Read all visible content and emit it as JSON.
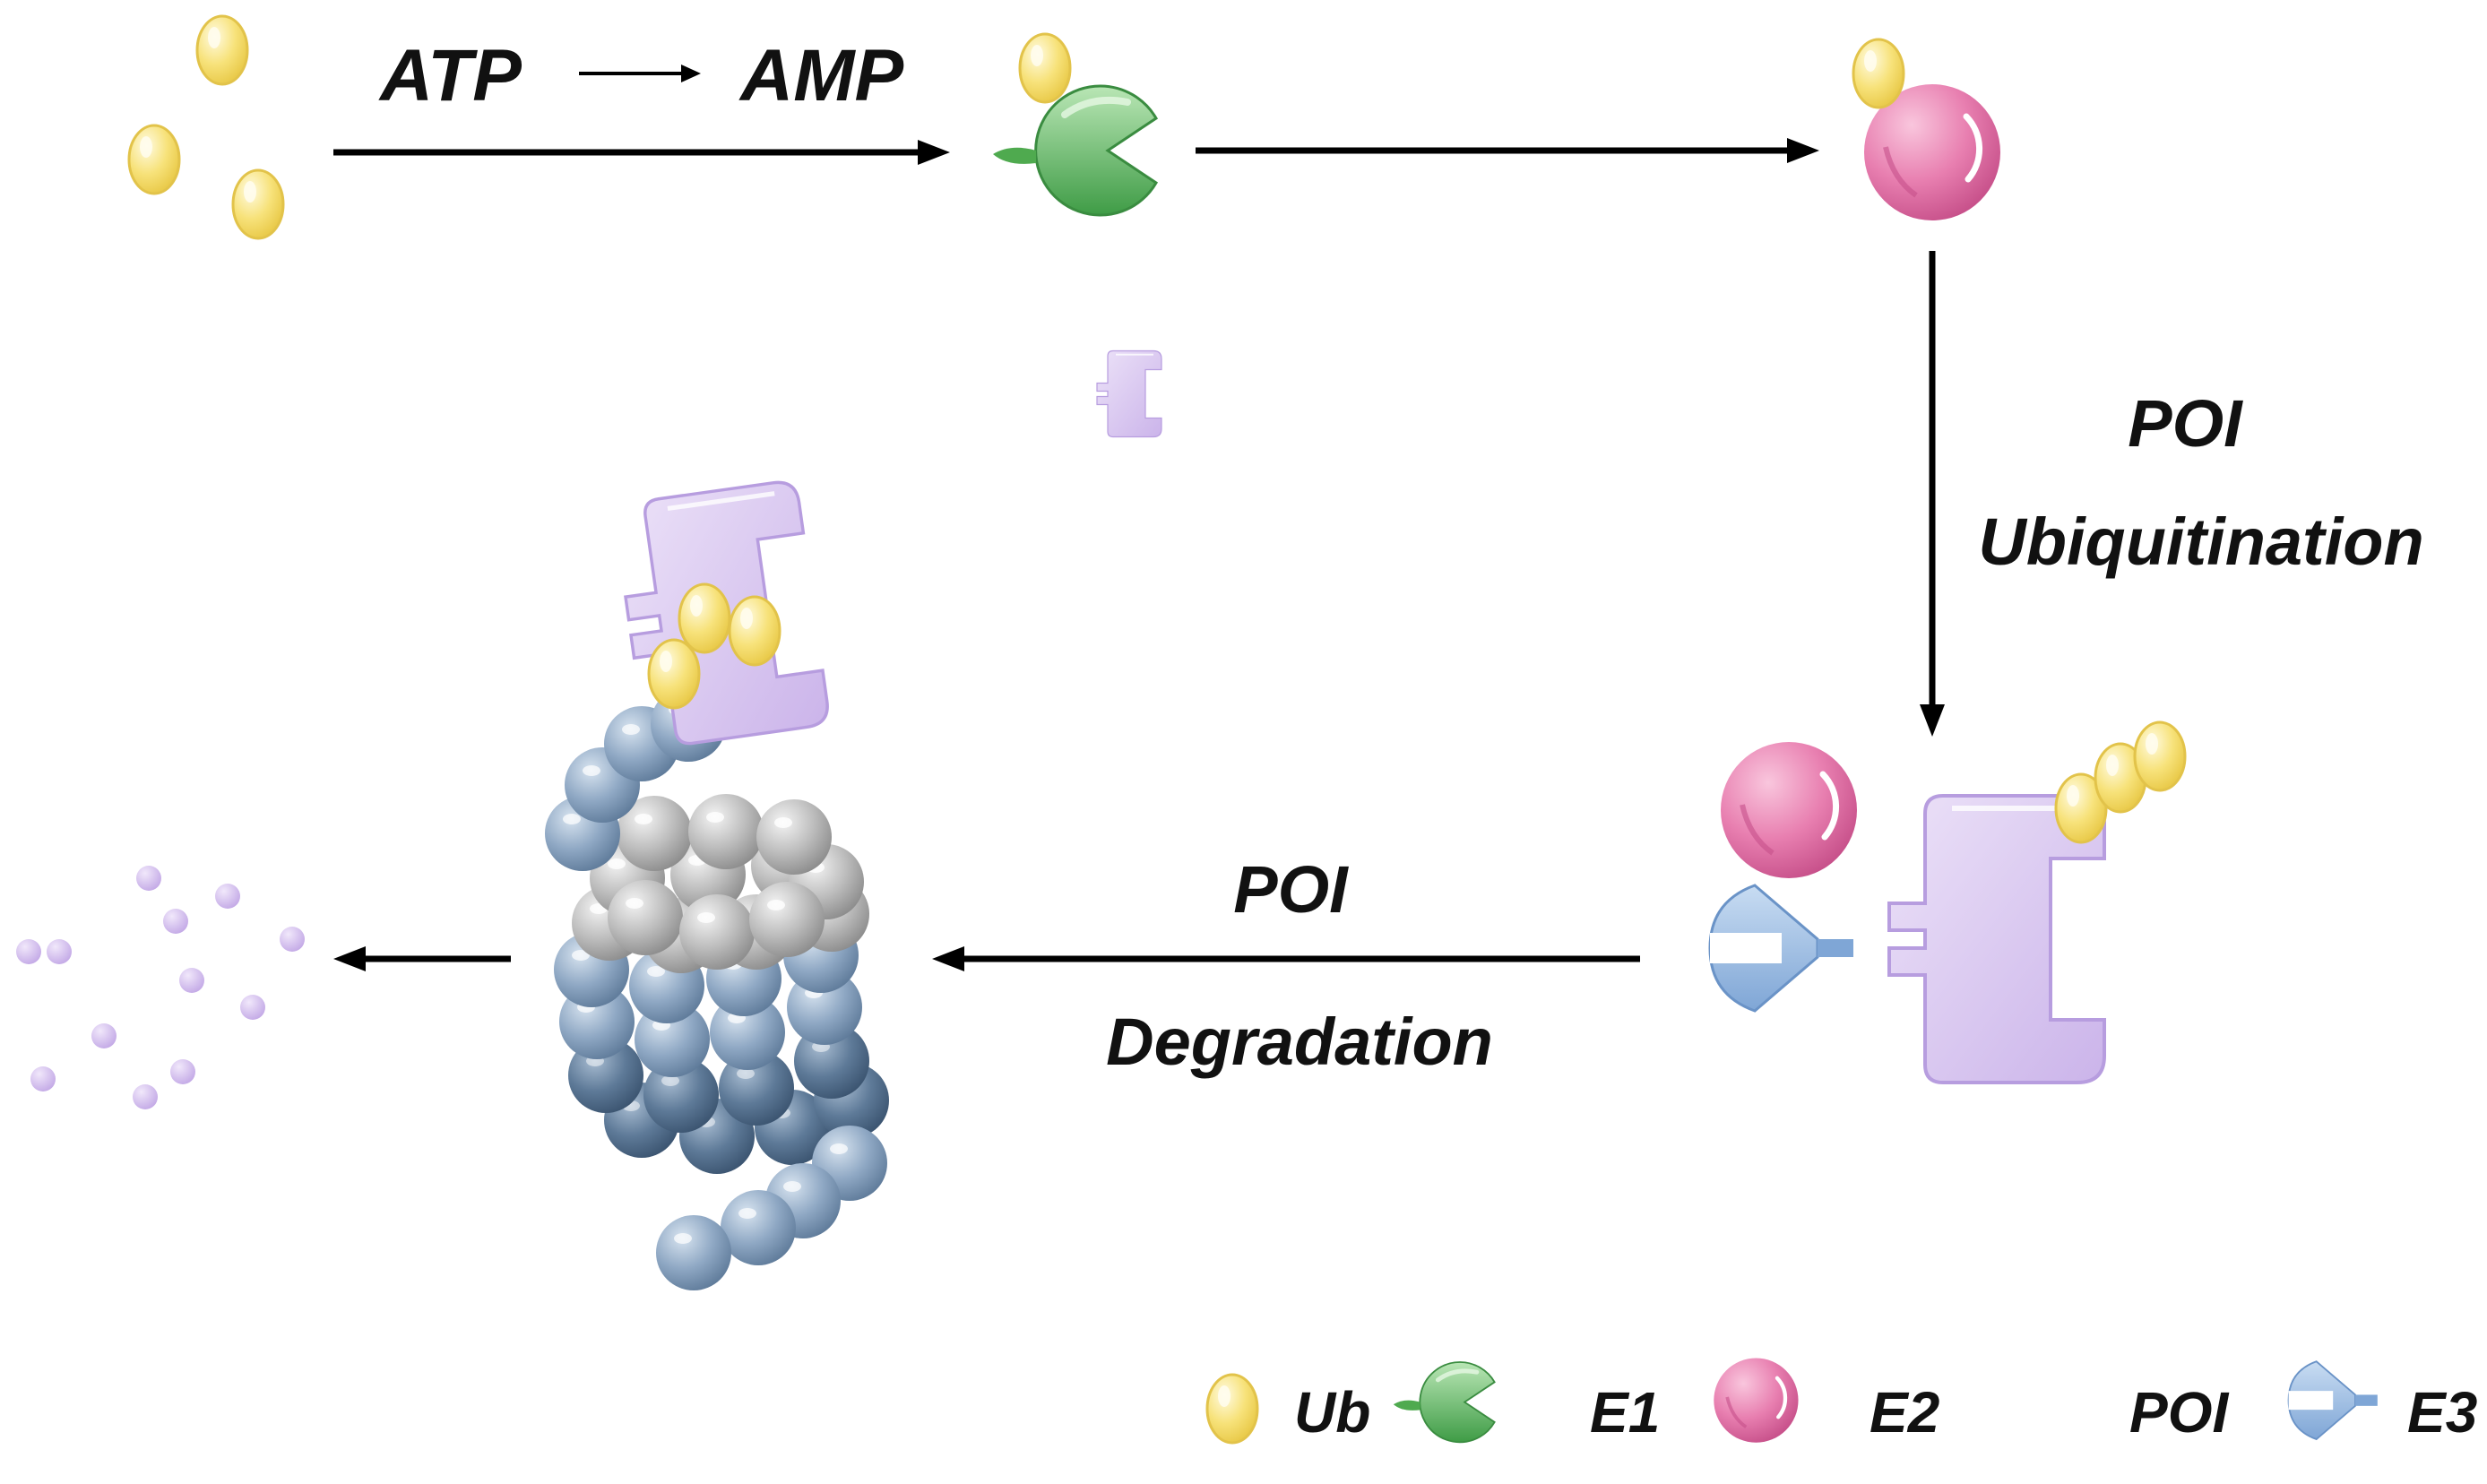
{
  "labels": {
    "atp": "ATP",
    "amp": "AMP",
    "ubiq_line1": "POI",
    "ubiq_line2": "Ubiquitination",
    "degr_line1": "POI",
    "degr_line2": "Degradation"
  },
  "legend": [
    {
      "label": "Ub",
      "icon": "ubiquitin-icon"
    },
    {
      "label": "E1",
      "icon": "e1-enzyme-icon"
    },
    {
      "label": "E2",
      "icon": "e2-enzyme-icon"
    },
    {
      "label": "POI",
      "icon": "poi-protein-icon"
    },
    {
      "label": "E3",
      "icon": "e3-ligase-icon"
    }
  ],
  "colors": {
    "ub": "#f7e27a",
    "e1": "#6cc06c",
    "e2": "#e87fb0",
    "poi": "#d8c6ee",
    "e3": "#9ec0e6",
    "proteasome_core": "#b8b8b8",
    "proteasome_ring": "#6f8fb0",
    "fragments": "#cdb8ec",
    "arrow": "#000000"
  }
}
